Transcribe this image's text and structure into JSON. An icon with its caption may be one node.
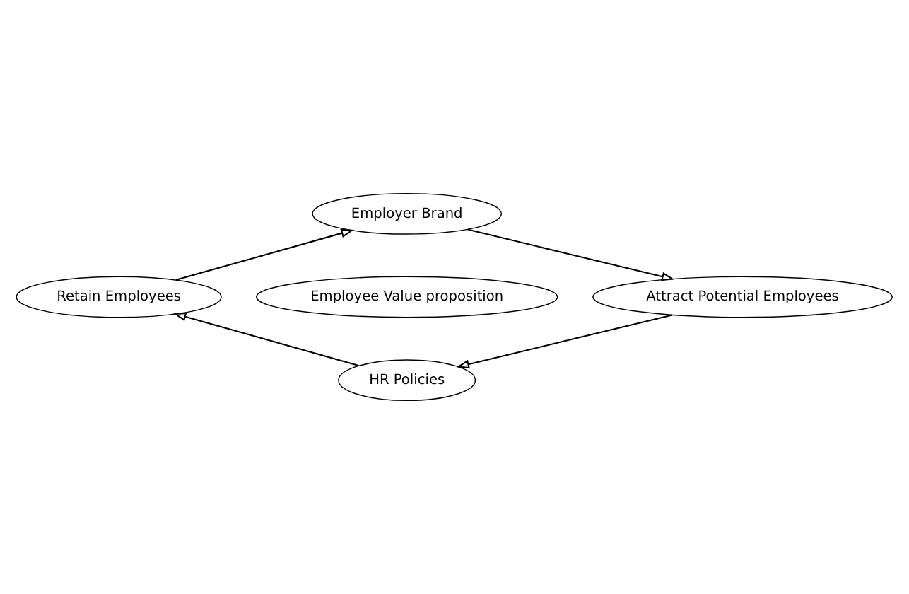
{
  "diagram": {
    "nodes": [
      {
        "text": [
          "Employer Brand"
        ]
      },
      {
        "text": [
          "Retain Employees"
        ]
      },
      {
        "text": [
          "Employee Value proposition"
        ]
      },
      {
        "text": [
          "Attract Potential Employees"
        ]
      },
      {
        "text": [
          "HR Policies"
        ]
      }
    ],
    "edges": [
      {
        "from": 0,
        "to": 3,
        "arrow": "to"
      },
      {
        "from": 3,
        "to": 4,
        "arrow": "to"
      },
      {
        "from": 4,
        "to": 1,
        "arrow": "to"
      },
      {
        "from": 1,
        "to": 0,
        "arrow": "to"
      }
    ]
  }
}
